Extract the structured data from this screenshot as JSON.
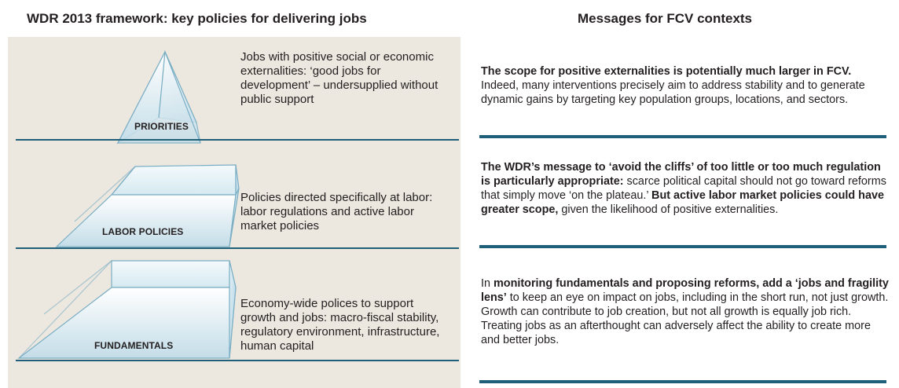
{
  "headings": {
    "left": "WDR 2013 framework: key policies for delivering jobs",
    "right": "Messages for FCV contexts"
  },
  "levels": [
    {
      "label": "PRIORITIES",
      "description": "Jobs with positive social or economic externalities: ‘good jobs for development’ – undersupplied without public support"
    },
    {
      "label": "LABOR POLICIES",
      "description": "Policies directed specifically at labor: labor regulations and active labor market policies"
    },
    {
      "label": "FUNDAMENTALS",
      "description": "Economy-wide polices to support growth and jobs: macro-fiscal stability, regulatory environment, infrastructure, human capital"
    }
  ],
  "messages": [
    {
      "b1": "The scope for positive externalities is potentially much larger in FCV.",
      "t1": " Indeed, many interventions precisely aim to address stability and to generate dynamic gains by targeting key population groups, locations, and sectors."
    },
    {
      "b1": "The WDR’s message to ‘avoid the cliffs’ of too little or too much regulation is particularly appropriate:",
      "t1": " scarce political capital should not go toward reforms that simply move ‘on the plateau.’ ",
      "b2": "But active labor market policies could have greater scope,",
      "t2": " given the likelihood of positive externalities."
    },
    {
      "t0": "In ",
      "b1": "monitoring fundamentals and proposing reforms, add a ‘jobs and fragility lens’",
      "t1": " to keep an eye on impact on jobs, including in the short run, not just growth. Growth can contribute to job creation, but not all growth is equally job rich. Treating jobs as an afterthought can adversely affect the ability to create more and better jobs."
    }
  ],
  "colors": {
    "panel": "#ece7df",
    "rule": "#1f5f79"
  }
}
